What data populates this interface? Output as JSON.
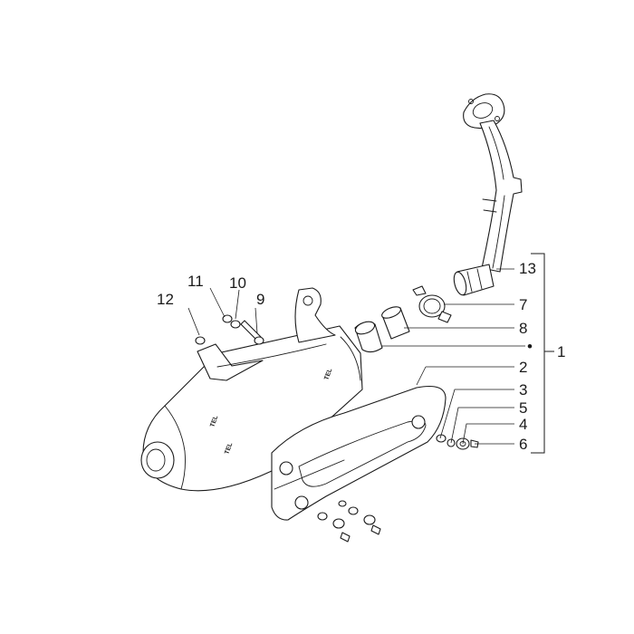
{
  "callouts": [
    "1",
    "2",
    "3",
    "4",
    "5",
    "6",
    "7",
    "8",
    "9",
    "10",
    "11",
    "12",
    "13"
  ],
  "kit_marker": "•",
  "body_marks": [
    "TEL",
    "TEL",
    "TEL"
  ]
}
